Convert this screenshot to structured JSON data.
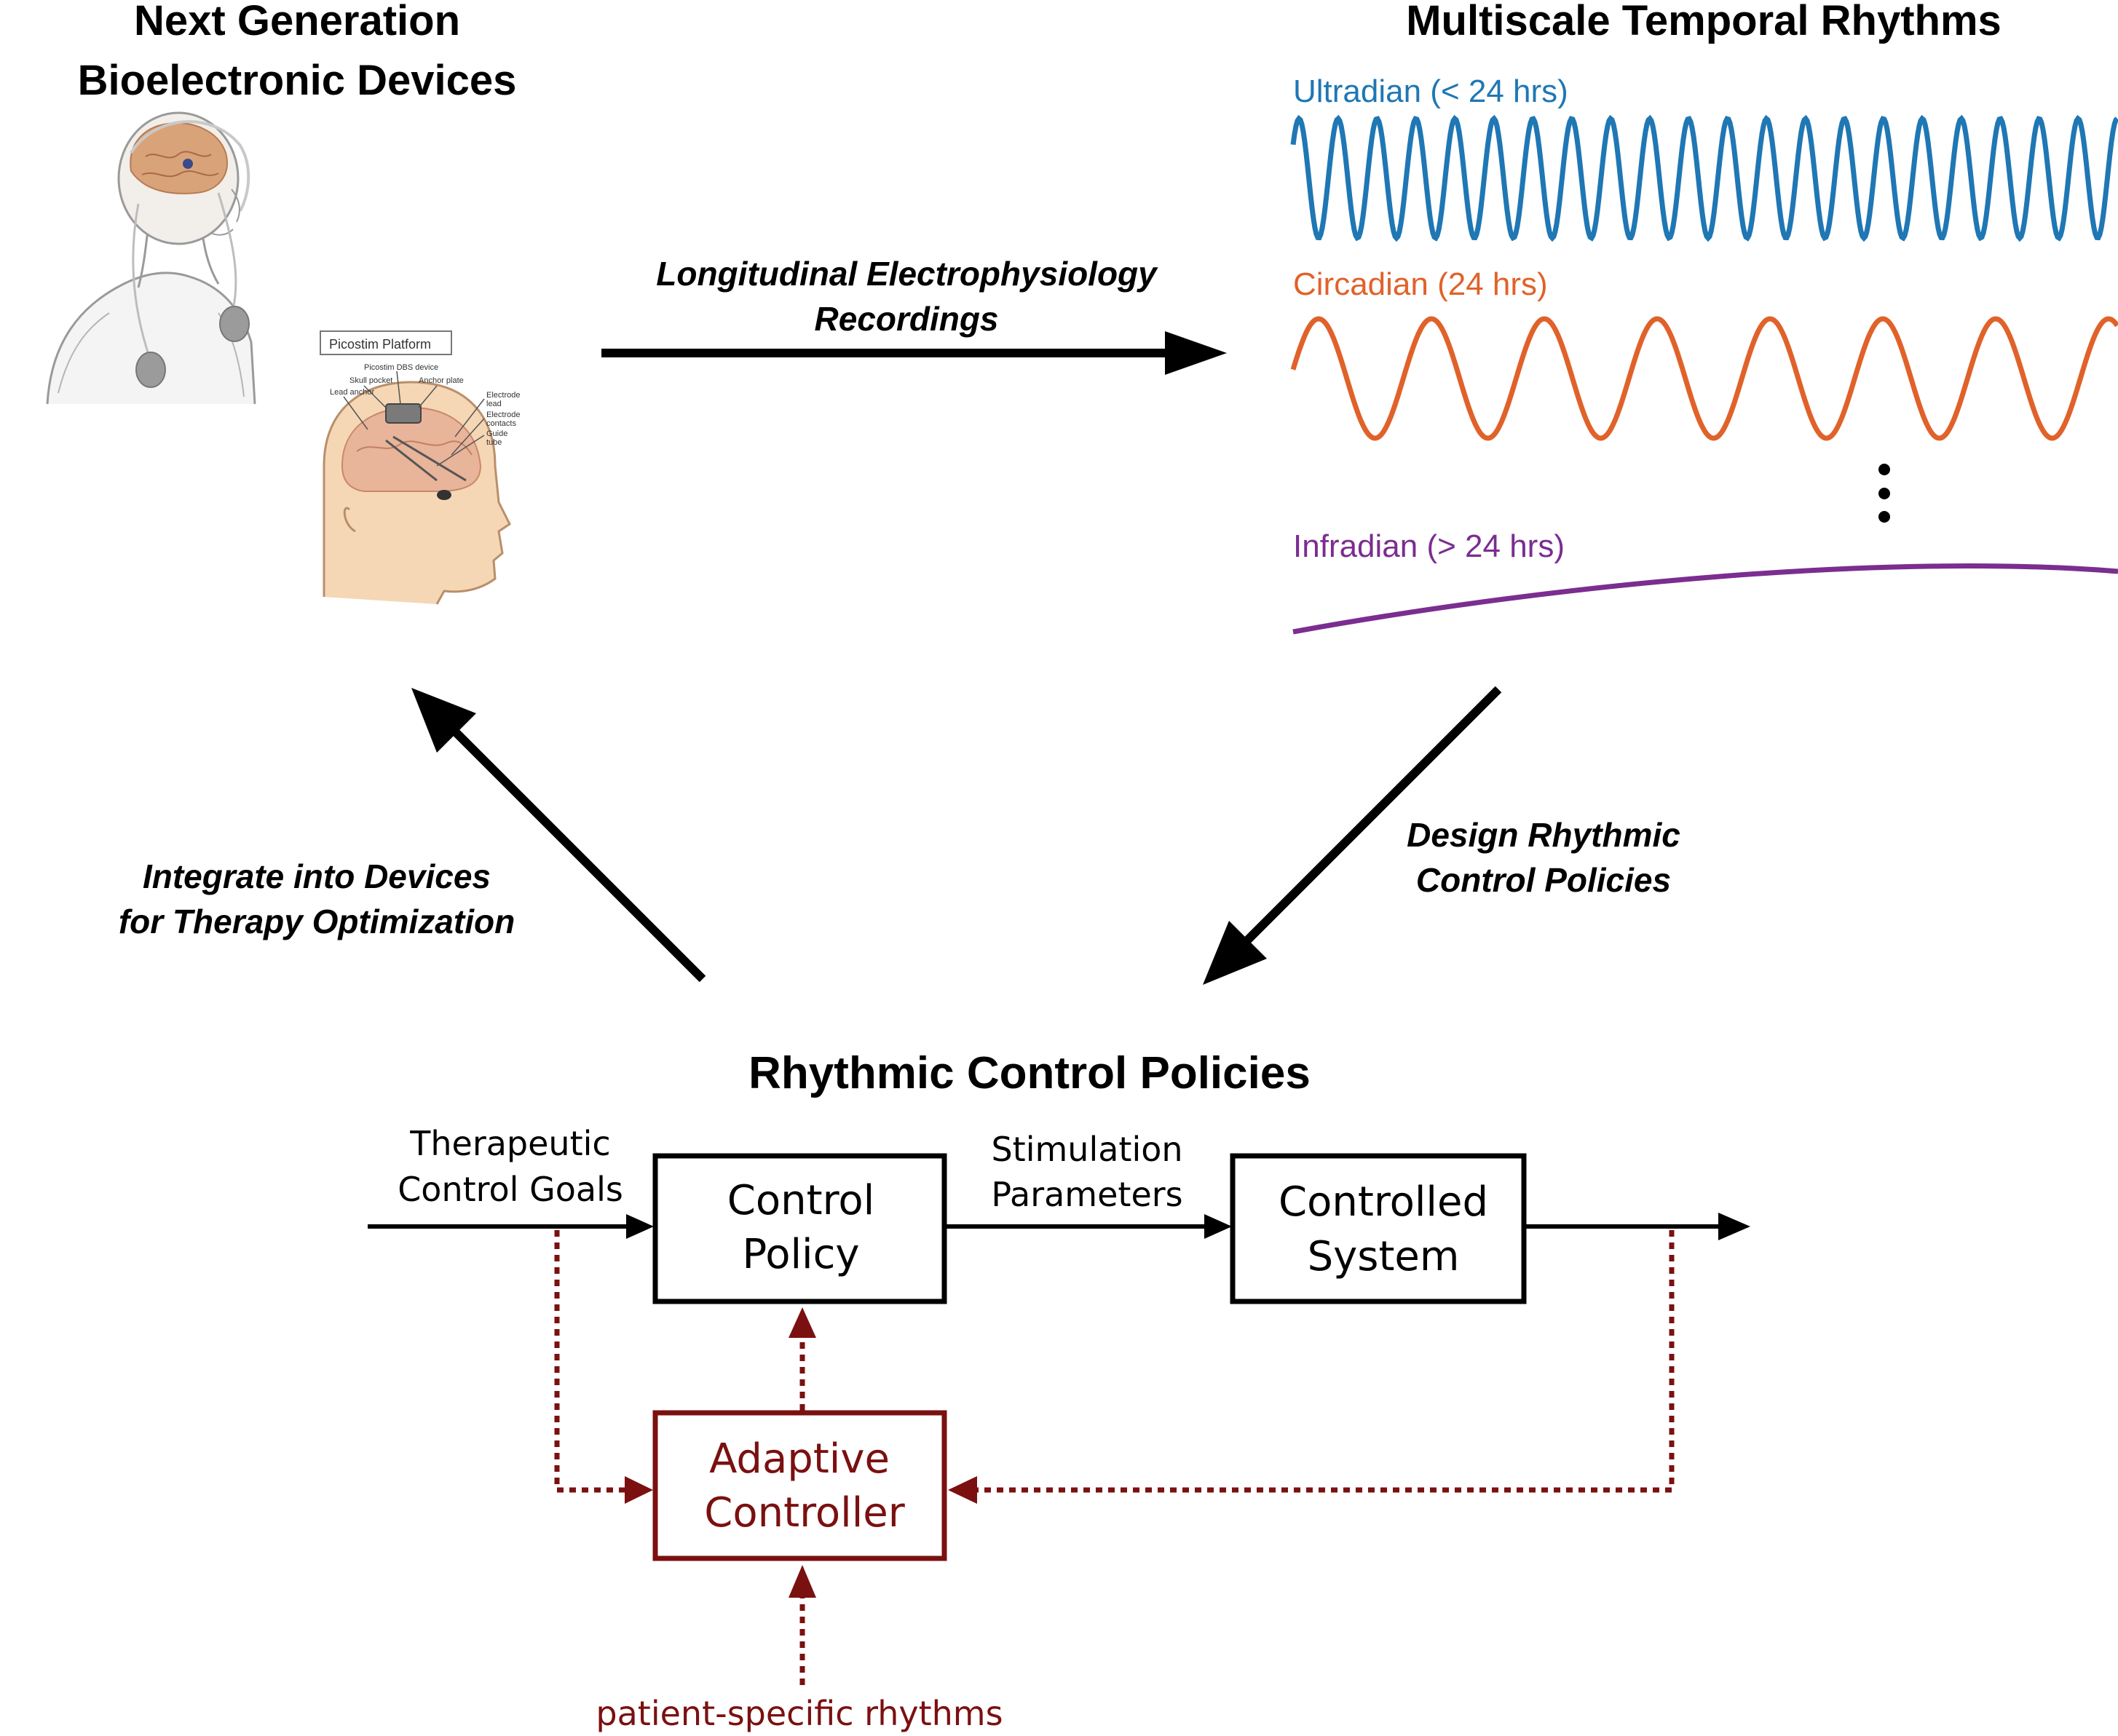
{
  "colors": {
    "ultradian": "#1f77b4",
    "circadian": "#e0622a",
    "infradian": "#7b2d90",
    "adaptive": "#7b1010",
    "ink": "#000000"
  },
  "devices": {
    "title_line1": "Next Generation",
    "title_line2": "Bioelectronic Devices",
    "picostim": {
      "title": "Picostim Platform",
      "labels": {
        "dbs_device": "Picostim DBS device",
        "skull_pocket": "Skull pocket",
        "anchor_plate": "Anchor plate",
        "lead_anchor": "Lead anchor",
        "electrode_lead_1": "Electrode",
        "electrode_lead_2": "lead",
        "contacts_1": "Electrode",
        "contacts_2": "contacts",
        "guide_1": "Guide",
        "guide_2": "tube"
      }
    }
  },
  "rhythms": {
    "title": "Multiscale Temporal Rhythms",
    "ultradian_label": "Ultradian (< 24 hrs)",
    "circadian_label": "Circadian (24 hrs)",
    "infradian_label": "Infradian (> 24 hrs)"
  },
  "arrows": {
    "longitudinal_line1": "Longitudinal Electrophysiology",
    "longitudinal_line2": "Recordings",
    "design_line1": "Design Rhythmic",
    "design_line2": "Control Policies",
    "integrate_line1": "Integrate into Devices",
    "integrate_line2": "for Therapy Optimization"
  },
  "policies": {
    "title": "Rhythmic Control Policies",
    "therapeutic_line1": "Therapeutic",
    "therapeutic_line2": "Control Goals",
    "stim_line1": "Stimulation",
    "stim_line2": "Parameters",
    "control_policy_line1": "Control",
    "control_policy_line2": "Policy",
    "controlled_system_line1": "Controlled",
    "controlled_system_line2": "System",
    "adaptive_line1": "Adaptive",
    "adaptive_line2": "Controller",
    "patient_rhythms": "patient-specific rhythms"
  }
}
